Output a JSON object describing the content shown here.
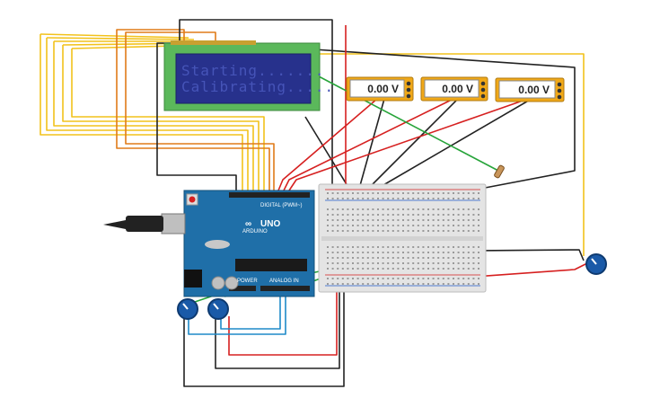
{
  "lcd": {
    "line1": "Starting.......",
    "line2": "Calibrating....."
  },
  "meters": [
    {
      "reading": "0.00 V"
    },
    {
      "reading": "0.00 V"
    },
    {
      "reading": "0.00 V"
    }
  ],
  "arduino": {
    "model": "UNO",
    "brand": "ARDUINO",
    "digital_label": "DIGITAL (PWM~)",
    "analog_label": "ANALOG IN",
    "power_label": "POWER"
  },
  "colors": {
    "board": "#1f6fa8",
    "lcd_bezel": "#5bb85b",
    "lcd_screen": "#1c2a8c",
    "lcd_text": "#3c4ea8",
    "meter_body": "#f0a818",
    "breadboard": "#e4e4e4",
    "wire_red": "#d62020",
    "wire_black": "#222222",
    "wire_yellow": "#f2c21b",
    "wire_orange": "#e07b18",
    "wire_green": "#27a43a",
    "wire_blue": "#1e8ac8",
    "pot_knob": "#1a5aa8"
  },
  "icons": {
    "usb": "usb-connector-icon",
    "pot": "potentiometer-icon",
    "resistor": "resistor-icon"
  }
}
